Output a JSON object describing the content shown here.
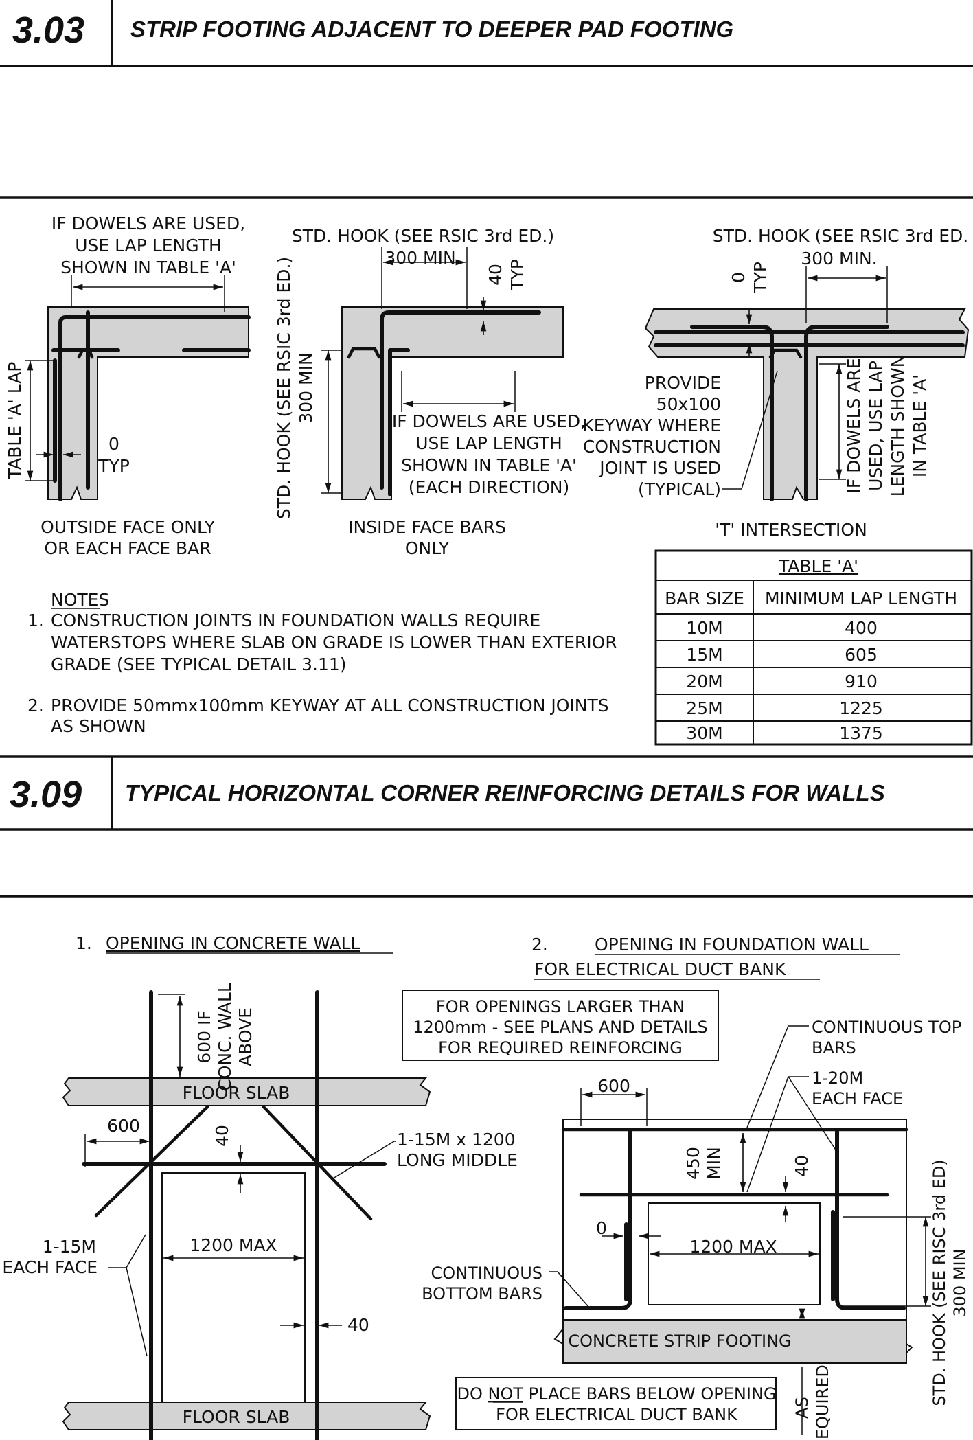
{
  "section_303": {
    "number": "3.03",
    "title": "STRIP FOOTING ADJACENT TO DEEPER PAD FOOTING"
  },
  "corner_details": {
    "outside_face": {
      "dowel_note": [
        "IF DOWELS ARE USED,",
        "USE LAP LENGTH",
        "SHOWN IN TABLE 'A'"
      ],
      "lap_label": "TABLE 'A' LAP",
      "gap_value": "0",
      "gap_typ": "TYP",
      "caption": [
        "OUTSIDE FACE ONLY",
        "OR EACH FACE BAR"
      ]
    },
    "inside_face": {
      "hook_note": "STD. HOOK (SEE RSIC 3rd ED.)",
      "hook_min": "300 MIN.",
      "cover_value": "40",
      "cover_typ": "TYP",
      "vertical_hook_note": "STD. HOOK (SEE RSIC 3rd ED.)",
      "vertical_hook_min": "300 MIN",
      "dowel_note": [
        "IF DOWELS ARE USED,",
        "USE LAP LENGTH",
        "SHOWN IN TABLE 'A'",
        "(EACH DIRECTION)"
      ],
      "caption": [
        "INSIDE FACE BARS",
        "ONLY"
      ]
    },
    "t_intersection": {
      "hook_note": "STD. HOOK (SEE RSIC 3rd ED.",
      "hook_min": "300 MIN.",
      "gap_value": "0",
      "gap_typ": "TYP",
      "keyway_note": [
        "PROVIDE",
        "50x100",
        "KEYWAY WHERE",
        "CONSTRUCTION",
        "JOINT IS USED",
        "(TYPICAL)"
      ],
      "dowel_note": [
        "IF DOWELS ARE",
        "USED, USE LAP",
        "LENGTH SHOWN",
        "IN TABLE 'A'"
      ],
      "caption": "'T' INTERSECTION"
    }
  },
  "table_a": {
    "title": "TABLE 'A'",
    "headers": [
      "BAR SIZE",
      "MINIMUM LAP LENGTH"
    ],
    "rows": [
      [
        "10M",
        "400"
      ],
      [
        "15M",
        "605"
      ],
      [
        "20M",
        "910"
      ],
      [
        "25M",
        "1225"
      ],
      [
        "30M",
        "1375"
      ]
    ]
  },
  "notes": {
    "heading": "NOTES",
    "items": [
      {
        "num": "1.",
        "lines": [
          "CONSTRUCTION JOINTS IN FOUNDATION WALLS REQUIRE",
          "WATERSTOPS WHERE SLAB ON GRADE IS LOWER THAN EXTERIOR",
          "GRADE (SEE TYPICAL DETAIL 3.11)"
        ]
      },
      {
        "num": "2.",
        "lines": [
          "PROVIDE 50mmx100mm KEYWAY AT ALL CONSTRUCTION JOINTS",
          "AS SHOWN"
        ]
      }
    ]
  },
  "section_309": {
    "number": "3.09",
    "title": "TYPICAL HORIZONTAL CORNER REINFORCING DETAILS FOR WALLS"
  },
  "opening_concrete_wall": {
    "num": "1.",
    "title": "OPENING IN CONCRETE WALL",
    "above_note": [
      "600 IF",
      "CONC. WALL",
      "ABOVE"
    ],
    "slab_top": "FLOOR SLAB",
    "slab_bottom": "FLOOR SLAB",
    "dim_600": "600",
    "dim_40_top": "40",
    "diag_note": [
      "1-15M x 1200",
      "LONG MIDDLE"
    ],
    "each_face_note": [
      "1-15M",
      "EACH FACE"
    ],
    "width": "1200 MAX",
    "dim_40_side": "40"
  },
  "opening_foundation_wall": {
    "num": "2.",
    "title_line1": "OPENING IN FOUNDATION WALL",
    "title_line2": "FOR ELECTRICAL DUCT BANK",
    "box_note": [
      "FOR OPENINGS LARGER THAN",
      "1200mm - SEE PLANS AND DETAILS",
      "FOR REQUIRED REINFORCING"
    ],
    "top_bars": [
      "CONTINUOUS TOP",
      "BARS"
    ],
    "each_face": [
      "1-20M",
      "EACH FACE"
    ],
    "dim_600": "600",
    "dim_450": "450",
    "dim_min": "MIN",
    "dim_40": "40",
    "dim_0": "0",
    "width": "1200 MAX",
    "bottom_bars": [
      "CONTINUOUS",
      "BOTTOM BARS"
    ],
    "footing": "CONCRETE STRIP FOOTING",
    "hook_note": "STD. HOOK (SEE RISC 3rd ED)",
    "hook_min": "300 MIN",
    "as_required": [
      "AS",
      "REQUIRED"
    ],
    "warning_pre": "DO ",
    "warning_not": "NOT",
    "warning_post": " PLACE BARS BELOW OPENING",
    "warning_line2": "FOR ELECTRICAL DUCT BANK"
  }
}
